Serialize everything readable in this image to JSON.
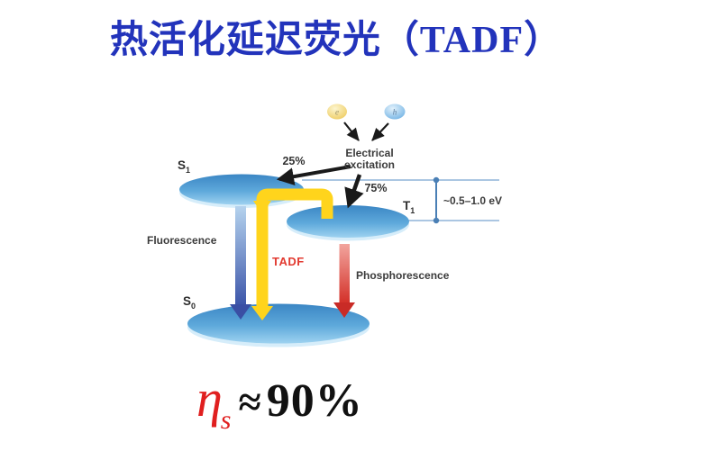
{
  "title": "热活化延迟荧光（TADF）",
  "diagram": {
    "particles": {
      "electron": "e",
      "hole": "h"
    },
    "electrical_excitation": {
      "line1": "Electrical",
      "line2": "excitation"
    },
    "branching": {
      "singlet_pct": "25%",
      "triplet_pct": "75%"
    },
    "levels": {
      "s1": {
        "symbol": "S",
        "sub": "1"
      },
      "t1": {
        "symbol": "T",
        "sub": "1"
      },
      "s0": {
        "symbol": "S",
        "sub": "0"
      }
    },
    "energy_gap": "~0.5–1.0 eV",
    "processes": {
      "fluorescence": "Fluorescence",
      "tadf": "TADF",
      "phosphorescence": "Phosphorescence"
    }
  },
  "formula": {
    "symbol": "η",
    "subscript": "s",
    "relation": "≈",
    "value": "90%"
  },
  "colors": {
    "title_blue": "#2233bb",
    "tadf_red": "#e23a30",
    "eta_red": "#e01f1f",
    "tadf_yellow": "#ffd41c",
    "disk_blue": "#5ea9db",
    "fluorescence_blue": "#3c55a9",
    "phosphorescence_red": "#cf2d27",
    "gap_line_blue": "#8fb4d9",
    "bracket_blue": "#4a7fb5",
    "arrow_black": "#1a1a1a",
    "label_gray": "#3b3b3b"
  }
}
